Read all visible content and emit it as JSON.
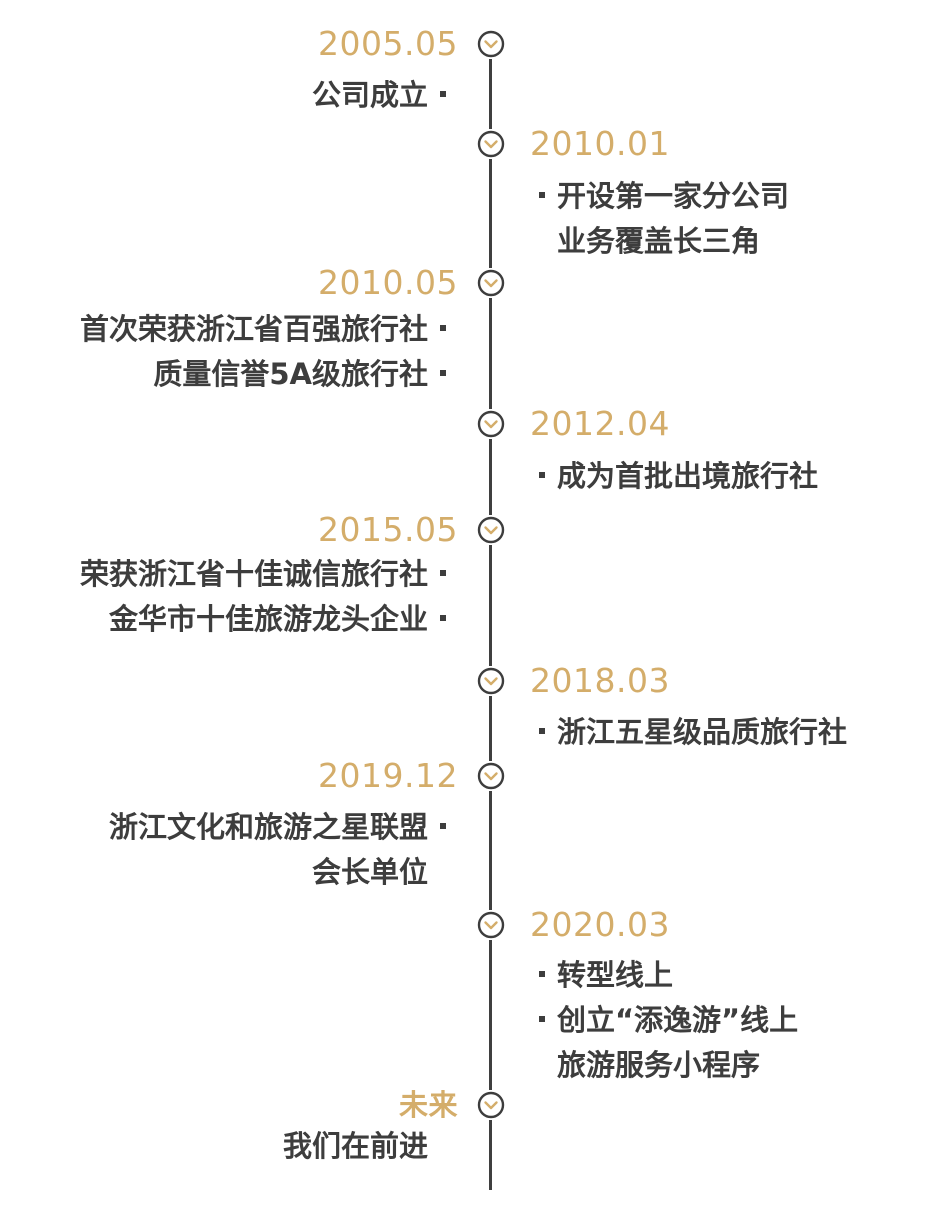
{
  "colors": {
    "accent": "#d4ad6a",
    "text": "#3d3d3d",
    "line": "#3f3f3f"
  },
  "events": [
    {
      "date": "2005.05",
      "side": "left",
      "lines": [
        {
          "text": "公司成立",
          "bullet": true
        }
      ]
    },
    {
      "date": "2010.01",
      "side": "right",
      "lines": [
        {
          "text": "开设第一家分公司",
          "bullet": true
        },
        {
          "text": "业务覆盖长三角",
          "bullet": false
        }
      ]
    },
    {
      "date": "2010.05",
      "side": "left",
      "lines": [
        {
          "text": "首次荣获浙江省百强旅行社",
          "bullet": true
        },
        {
          "text": "质量信誉5A级旅行社",
          "bullet": true
        }
      ]
    },
    {
      "date": "2012.04",
      "side": "right",
      "lines": [
        {
          "text": "成为首批出境旅行社",
          "bullet": true
        }
      ]
    },
    {
      "date": "2015.05",
      "side": "left",
      "lines": [
        {
          "text": "荣获浙江省十佳诚信旅行社",
          "bullet": true
        },
        {
          "text": "金华市十佳旅游龙头企业",
          "bullet": true
        }
      ]
    },
    {
      "date": "2018.03",
      "side": "right",
      "lines": [
        {
          "text": "浙江五星级品质旅行社",
          "bullet": true
        }
      ]
    },
    {
      "date": "2019.12",
      "side": "left",
      "lines": [
        {
          "text": "浙江文化和旅游之星联盟",
          "bullet": true
        },
        {
          "text": "会长单位",
          "bullet": false
        }
      ]
    },
    {
      "date": "2020.03",
      "side": "right",
      "lines": [
        {
          "text": "转型线上",
          "bullet": true
        },
        {
          "text": "创立“添逸游”线上",
          "bullet": true
        },
        {
          "text": "旅游服务小程序",
          "bullet": false
        }
      ]
    },
    {
      "date": "未来",
      "side": "left",
      "lines": [
        {
          "text": "我们在前进",
          "bullet": false
        }
      ]
    }
  ]
}
